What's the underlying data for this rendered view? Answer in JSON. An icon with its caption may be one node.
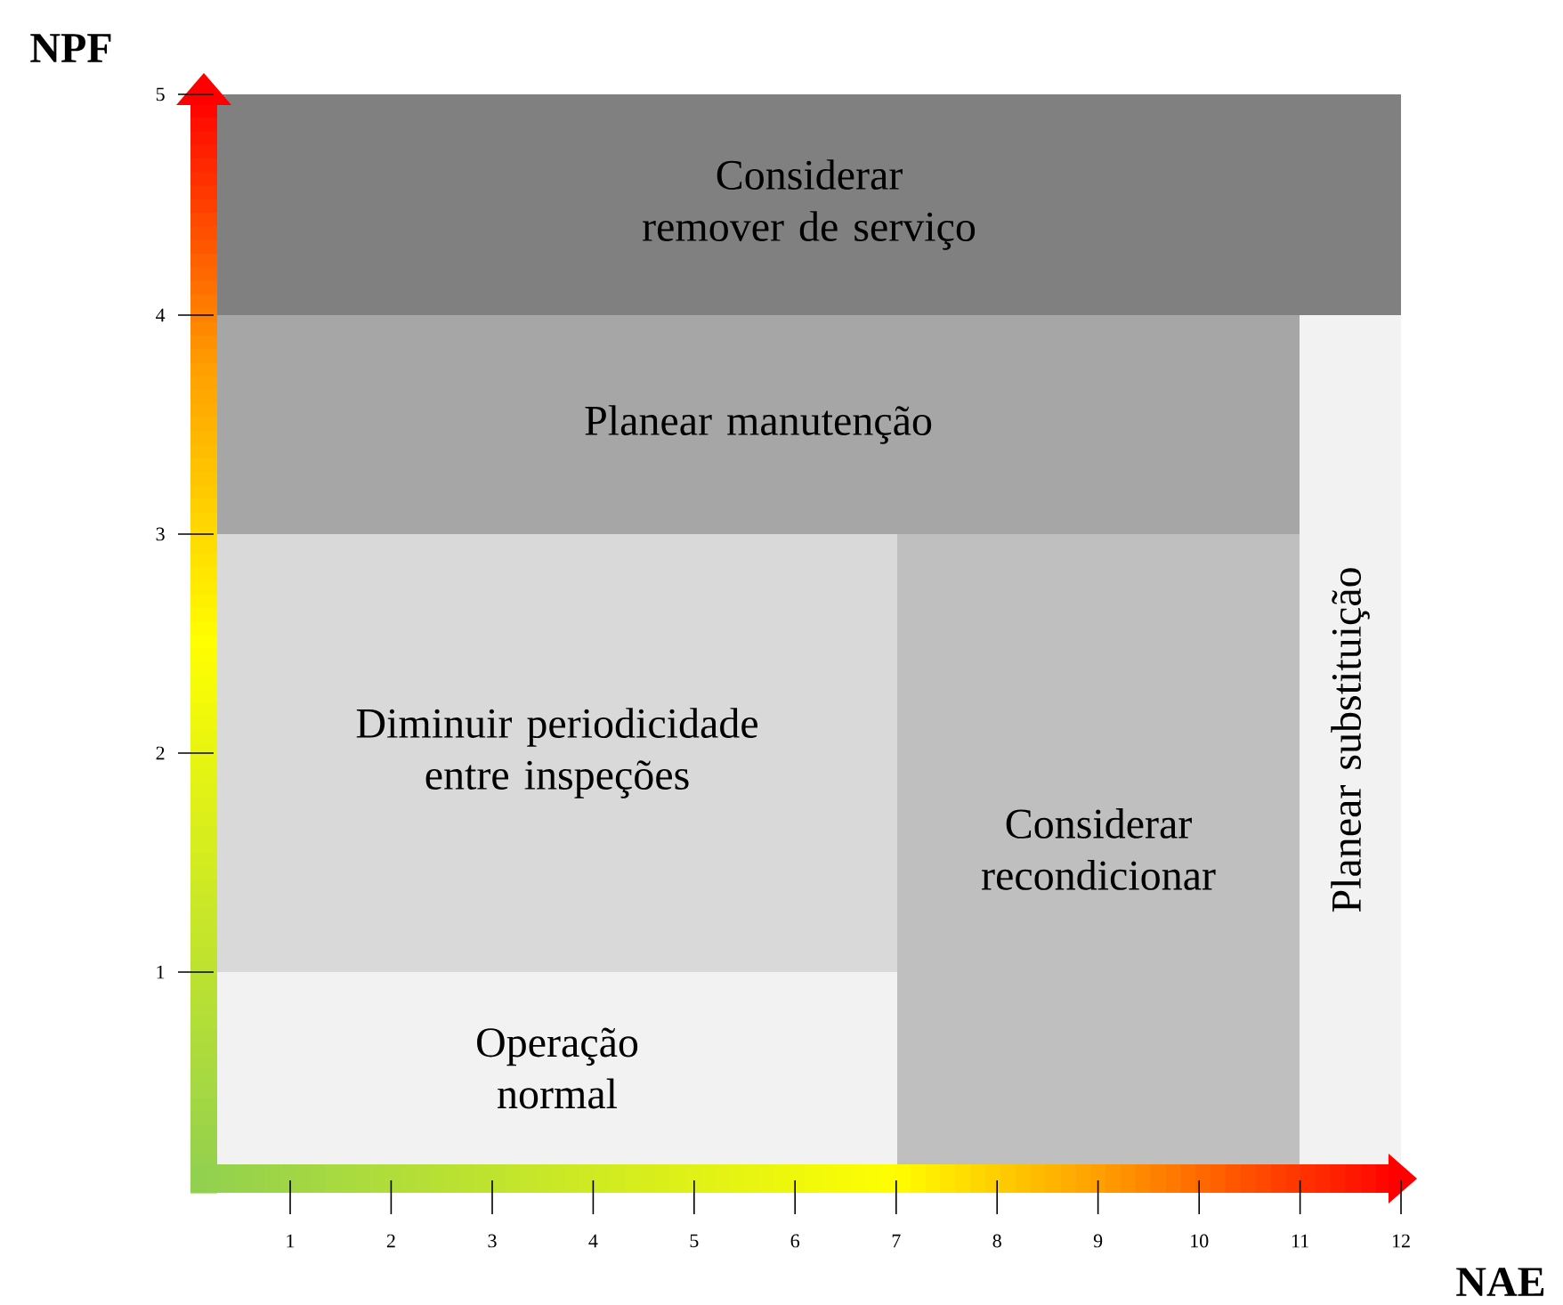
{
  "diagram": {
    "nodes": [
      {
        "text": [
          "Considerar remover de serviço"
        ]
      },
      {
        "text": [
          "Planear manutenção"
        ]
      },
      {
        "text": [
          "Diminuir periodicidade entre inspeções"
        ]
      },
      {
        "text": [
          "Considerar recondicionar"
        ]
      },
      {
        "text": [
          "Operação normal"
        ]
      },
      {
        "text": [
          "Planear substituição"
        ]
      }
    ],
    "labels": [
      "NPF",
      "5",
      "4",
      "3",
      "2",
      "1",
      "1",
      "2",
      "3",
      "4",
      "5",
      "6",
      "7",
      "8",
      "9",
      "10",
      "11",
      "12",
      "NAE"
    ]
  }
}
